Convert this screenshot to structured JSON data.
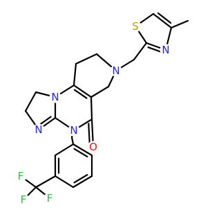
{
  "colors": {
    "bond": "#000000",
    "N": "#1f1fff",
    "O": "#ff0d0d",
    "S": "#b8a000",
    "F": "#23c23a"
  },
  "atoms": [
    {
      "id": "S1",
      "text": "S",
      "element": "S"
    },
    {
      "id": "N1",
      "text": "N",
      "element": "N"
    },
    {
      "id": "N2",
      "text": "N",
      "element": "N"
    },
    {
      "id": "N3",
      "text": "N",
      "element": "N"
    },
    {
      "id": "N4",
      "text": "N",
      "element": "N"
    },
    {
      "id": "N5",
      "text": "N",
      "element": "N"
    },
    {
      "id": "O1",
      "text": "O",
      "element": "O"
    },
    {
      "id": "F1",
      "text": "F",
      "element": "F"
    },
    {
      "id": "F2",
      "text": "F",
      "element": "F"
    },
    {
      "id": "F3",
      "text": "F",
      "element": "F"
    }
  ]
}
